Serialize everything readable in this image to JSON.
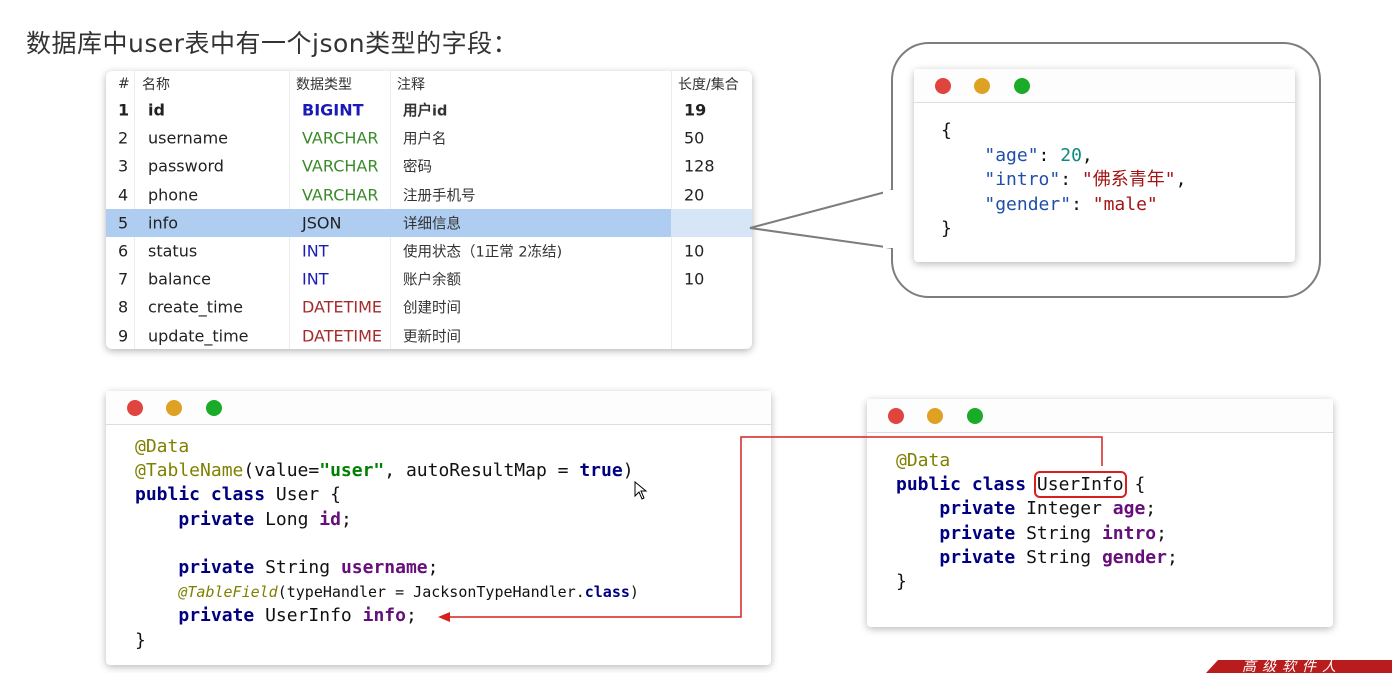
{
  "title": "数据库中user表中有一个json类型的字段：",
  "schema": {
    "headers": [
      "#",
      "名称",
      "数据类型",
      "注释",
      "长度/集合"
    ],
    "rows": [
      {
        "num": "1",
        "name": "id",
        "type": "BIGINT",
        "type_color": "#1a1ab8",
        "comment": "用户id",
        "len": "19"
      },
      {
        "num": "2",
        "name": "username",
        "type": "VARCHAR",
        "type_color": "#3a8a2a",
        "comment": "用户名",
        "len": "50"
      },
      {
        "num": "3",
        "name": "password",
        "type": "VARCHAR",
        "type_color": "#3a8a2a",
        "comment": "密码",
        "len": "128"
      },
      {
        "num": "4",
        "name": "phone",
        "type": "VARCHAR",
        "type_color": "#3a8a2a",
        "comment": "注册手机号",
        "len": "20"
      },
      {
        "num": "5",
        "name": "info",
        "type": "JSON",
        "type_color": "#222222",
        "comment": "详细信息",
        "len": ""
      },
      {
        "num": "6",
        "name": "status",
        "type": "INT",
        "type_color": "#1a1ab8",
        "comment": "使用状态（1正常 2冻结)",
        "len": "10"
      },
      {
        "num": "7",
        "name": "balance",
        "type": "INT",
        "type_color": "#1a1ab8",
        "comment": "账户余额",
        "len": "10"
      },
      {
        "num": "8",
        "name": "create_time",
        "type": "DATETIME",
        "type_color": "#a52a2a",
        "comment": "创建时间",
        "len": ""
      },
      {
        "num": "9",
        "name": "update_time",
        "type": "DATETIME",
        "type_color": "#a52a2a",
        "comment": "更新时间",
        "len": ""
      }
    ]
  },
  "json_window": {
    "open": "{",
    "age_key": "\"age\"",
    "age_val": "20",
    "intro_key": "\"intro\"",
    "intro_val": "\"佛系青年\"",
    "gender_key": "\"gender\"",
    "gender_val": "\"male\"",
    "close": "}"
  },
  "user_code": {
    "ann_data": "@Data",
    "ann_table": "@TableName",
    "value_prefix": "(value=",
    "value_str": "\"user\"",
    "auto_part": ", autoResultMap = ",
    "true_kw": "true",
    "close_paren": ")",
    "public": "public",
    "class": "class",
    "class_name": "User {",
    "private": "private",
    "long_type": "Long",
    "id_field": "id",
    "string_type": "String",
    "username_field": "username",
    "tablefield": "@TableField",
    "tablefield_args": "(typeHandler = JacksonTypeHandler.",
    "class_kw": "class",
    "userinfo_type": "UserInfo",
    "info_field": "info",
    "semicolon": ";",
    "close_brace": "}"
  },
  "userinfo_code": {
    "ann_data": "@Data",
    "public": "public",
    "class": "class",
    "class_name": "UserInfo",
    "open_brace": "{",
    "private": "private",
    "integer_type": "Integer",
    "age_field": "age",
    "string_type": "String",
    "intro_field": "intro",
    "gender_field": "gender",
    "semicolon": ";",
    "close_brace": "}"
  },
  "brand_text": "高级软件人"
}
